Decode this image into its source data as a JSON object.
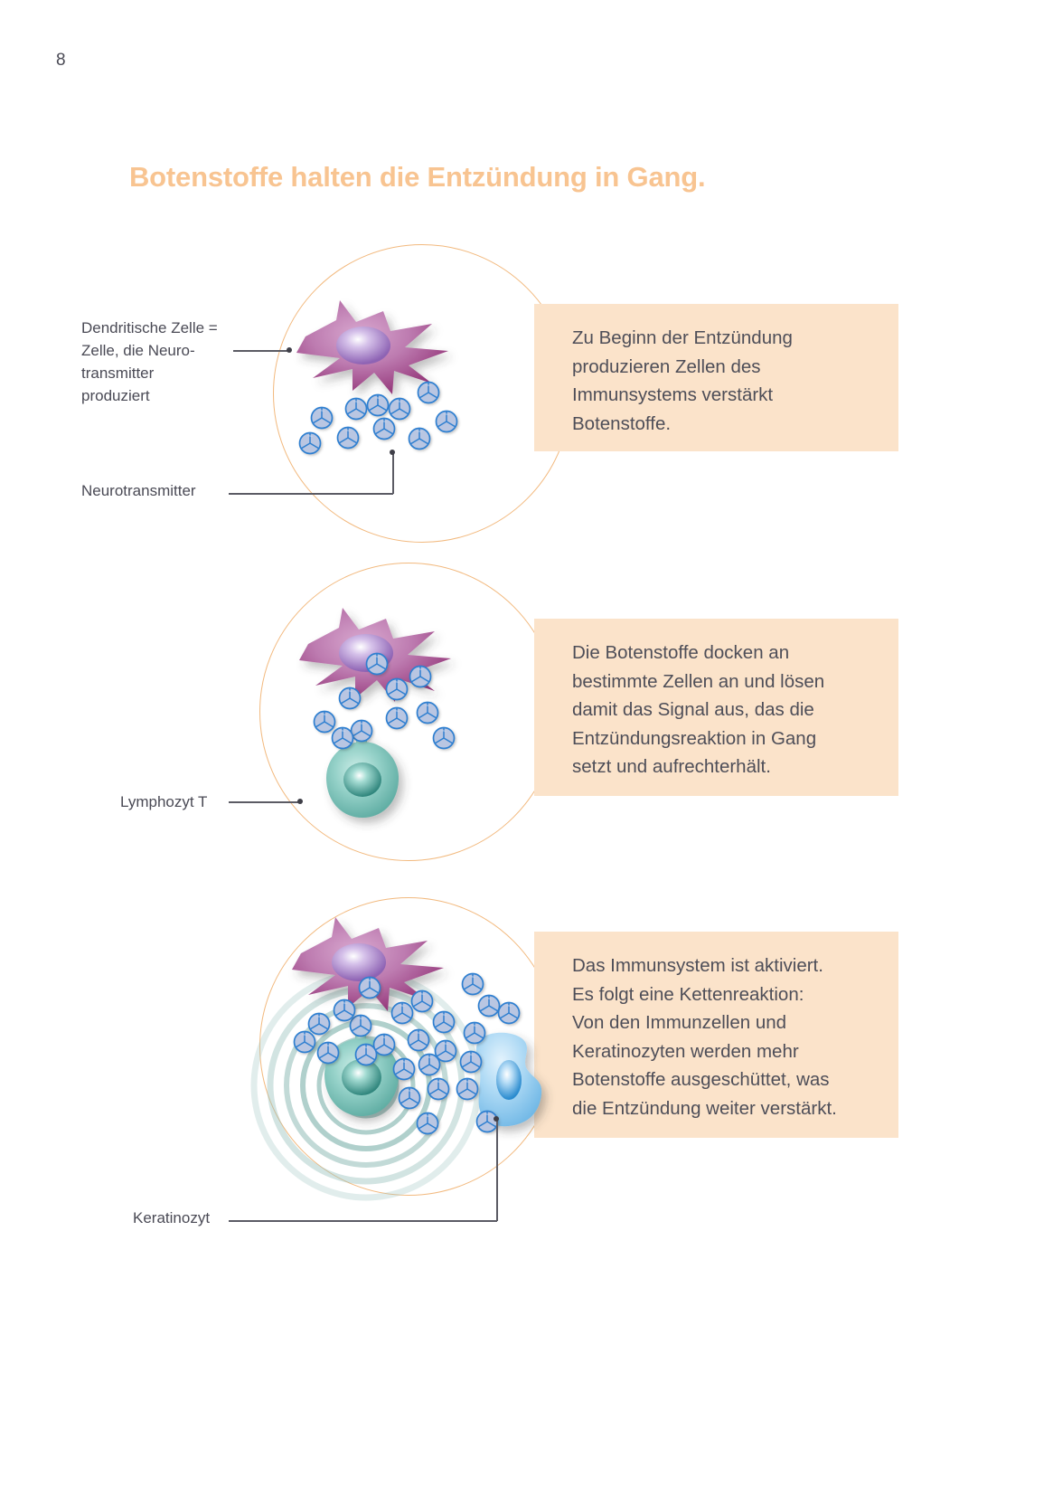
{
  "page": {
    "number": "8",
    "title": "Botenstoffe halten die Entzündung in Gang.",
    "title_color": "#f8c491",
    "callout_bg": "#fbe3ca",
    "circle_stroke": "#f2b97e",
    "text_color": "#4e4e58"
  },
  "panels": [
    {
      "id": "panel-1",
      "callout": "Zu Beginn der Entzündung produzieren Zellen des Immunsystems verstärkt Botenstoffe.",
      "callout_lines": [
        "Zu Beginn der Entzündung",
        "produzieren Zellen des",
        "Immunsystems verstärkt",
        "Botenstoffe."
      ],
      "labels": [
        {
          "id": "dendritic-cell",
          "text": "Dendritische Zelle =\nZelle, die Neuro-\ntransmitter\nproduziert"
        },
        {
          "id": "neurotransmitter",
          "text": "Neurotransmitter"
        }
      ],
      "figures": [
        "dendritic-cell",
        "neurotransmitter-cluster"
      ]
    },
    {
      "id": "panel-2",
      "callout": "Die Botenstoffe docken an bestimmte Zellen an und lösen damit das Signal aus, das die Entzündungsreaktion in Gang setzt und aufrechterhält.",
      "callout_lines": [
        "Die Botenstoffe docken an",
        "bestimmte Zellen an und lösen",
        "damit das Signal aus, das die",
        "Entzündungsreaktion in Gang",
        "setzt und aufrechterhält."
      ],
      "labels": [
        {
          "id": "lymphocyte-t",
          "text": "Lymphozyt T"
        }
      ],
      "figures": [
        "dendritic-cell",
        "neurotransmitter-cluster",
        "t-lymphocyte"
      ]
    },
    {
      "id": "panel-3",
      "callout": "Das Immunsystem ist aktiviert. Es folgt eine Kettenreaktion: Von den Immunzellen und Keratinozyten werden mehr Botenstoffe ausgeschüttet, was die Entzündung weiter verstärkt.",
      "callout_lines": [
        "Das Immunsystem ist aktiviert.",
        "Es folgt eine Kettenreaktion:",
        "Von den Immunzellen und",
        "Keratinozyten werden mehr",
        "Botenstoffe ausgeschüttet, was",
        "die Entzündung weiter verstärkt."
      ],
      "labels": [
        {
          "id": "keratinocyte",
          "text": "Keratinozyt"
        }
      ],
      "figures": [
        "dendritic-cell",
        "neurotransmitter-cluster",
        "t-lymphocyte",
        "keratinocyte",
        "signal-waves"
      ]
    }
  ],
  "colors": {
    "dendritic_cell_body": "#b86fa8",
    "dendritic_cell_dark": "#8e2f73",
    "dendritic_nucleus": "#a074bf",
    "lymphocyte": "#87cbc2",
    "lymphocyte_dark": "#4a9a92",
    "keratinocyte": "#a8d6f2",
    "keratinocyte_dark": "#2f8fd0",
    "neurotransmitter_fill": "#b6c4e0",
    "neurotransmitter_stroke": "#2f7fd0",
    "wave": "#9cc4bf"
  }
}
